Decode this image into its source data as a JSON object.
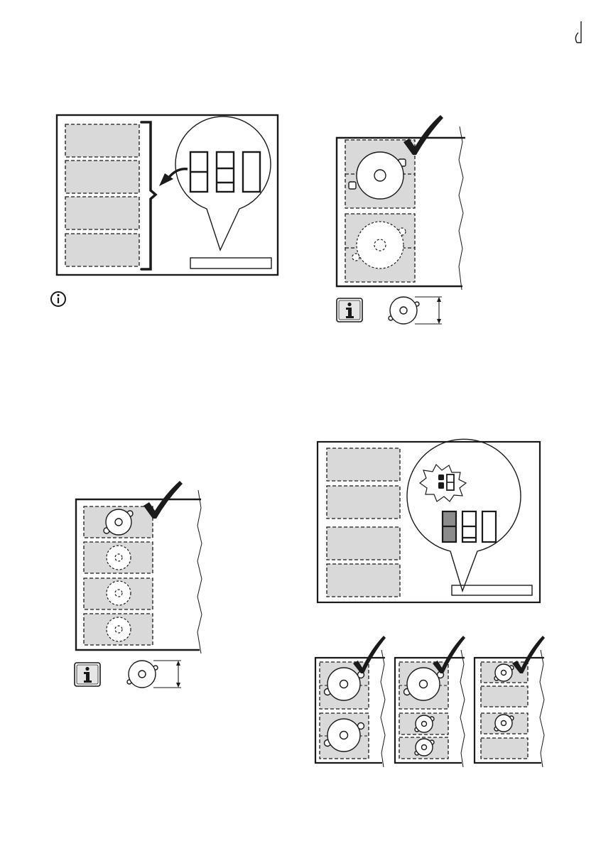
{
  "page": {
    "kind": "appliance manual illustration page (induction hob, flexible cooking zones)",
    "colors": {
      "ink": "#1a1a1a",
      "zone_fill": "#d9d9d9",
      "display_fill": "#8c8c8c",
      "paper": "#ffffff"
    }
  },
  "figures": [
    {
      "id": "fig-display-flex-zone",
      "icon": "info-outline-icon"
    },
    {
      "id": "fig-one-large-pan",
      "icon": "info-square-icon",
      "mark": "checkmark-icon"
    },
    {
      "id": "fig-four-small-pans",
      "icon": "info-square-icon",
      "mark": "checkmark-icon"
    },
    {
      "id": "fig-display-blink",
      "icon": "burst-display-icon"
    },
    {
      "id": "fig-allowed-combinations",
      "variants": 3,
      "mark": "checkmark-icon"
    }
  ]
}
